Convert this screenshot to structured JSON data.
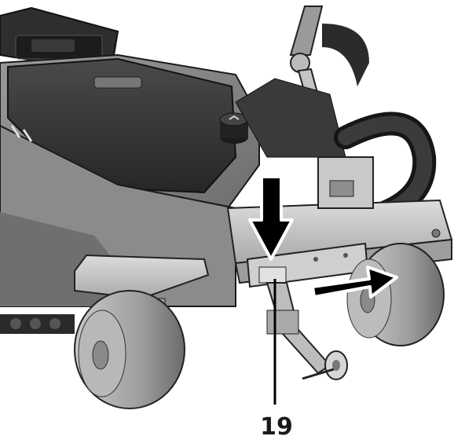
{
  "callout": {
    "number": "19"
  },
  "colors": {
    "body_light": "#bdbdbd",
    "body_mid": "#8c8c8c",
    "body_dark": "#555555",
    "top_panel": "#3a3a3a",
    "hose": "#2a2a2a",
    "arrow_fill": "#000000",
    "background": "#ffffff"
  },
  "icons": [
    "down-arrow",
    "right-arrow",
    "callout-line"
  ]
}
